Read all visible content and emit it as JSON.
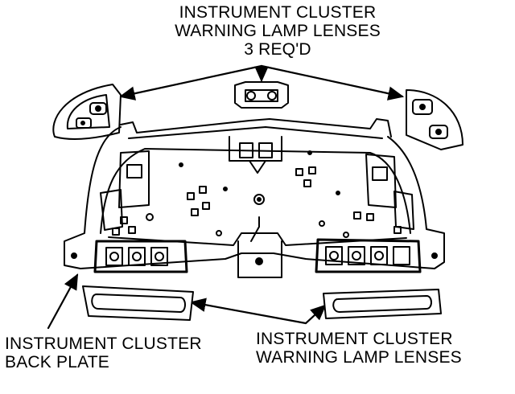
{
  "labels": {
    "top": {
      "line1": "INSTRUMENT CLUSTER",
      "line2": "WARNING LAMP LENSES",
      "line3": "3 REQ'D"
    },
    "bottom_left": {
      "line1": "INSTRUMENT CLUSTER",
      "line2": "BACK PLATE"
    },
    "bottom_right": {
      "line1": "INSTRUMENT CLUSTER",
      "line2": "WARNING LAMP LENSES"
    }
  }
}
